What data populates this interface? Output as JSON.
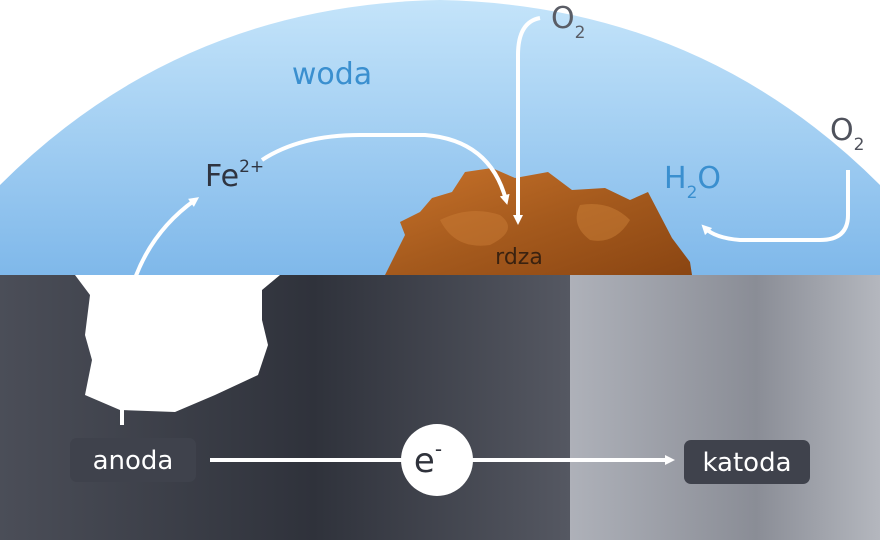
{
  "labels": {
    "water": "woda",
    "rust": "rdza",
    "anode": "anoda",
    "cathode": "katoda",
    "electron": "e",
    "electron_sup": "-",
    "iron_ion": "Fe",
    "iron_ion_sup": "2+",
    "oxygen_top": "O",
    "oxygen_top_sub": "2",
    "oxygen_right": "O",
    "oxygen_right_sub": "2",
    "water_molecule_h": "H",
    "water_molecule_sub": "2",
    "water_molecule_o": "O"
  },
  "colors": {
    "water": "#8cc4ef",
    "water_text": "#3a8fcf",
    "metal_dark": "#3b3e48",
    "metal_light": "#8f929c",
    "rust": "#b5651d",
    "label_box": "#3f424c",
    "arrow": "#ffffff"
  }
}
